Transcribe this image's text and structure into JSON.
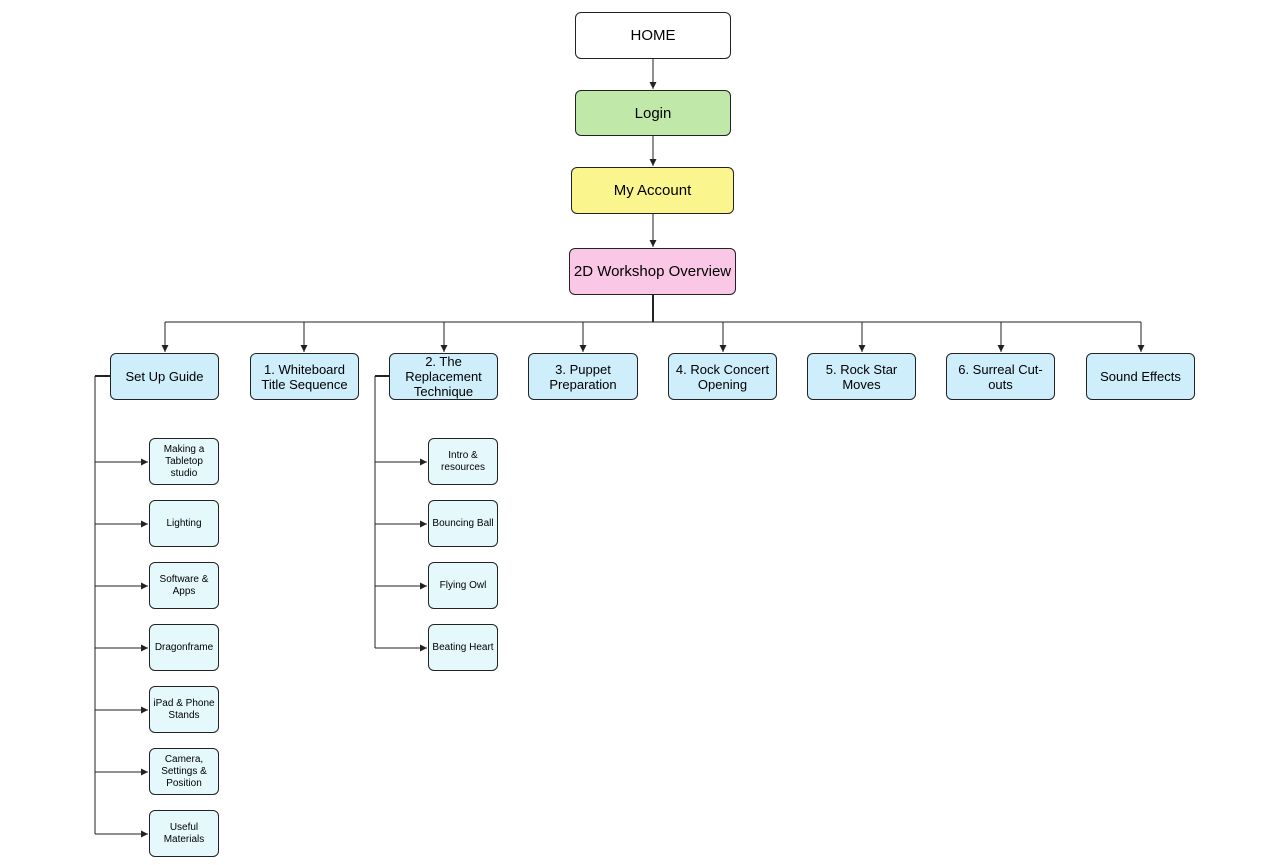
{
  "colors": {
    "home": "#ffffff",
    "login": "#c0e9a9",
    "account": "#fbf58e",
    "overview": "#fbc7e7",
    "section": "#cdeefa",
    "sub": "#e5f9fd",
    "line": "#222222"
  },
  "main": {
    "home": "HOME",
    "login": "Login",
    "account": "My Account",
    "overview": "2D Workshop Overview"
  },
  "sections": [
    "Set Up Guide",
    "1. Whiteboard Title Sequence",
    "2. The Replacement Technique",
    "3. Puppet Preparation",
    "4. Rock Concert Opening",
    "5. Rock Star Moves",
    "6. Surreal Cut-outs",
    "Sound Effects"
  ],
  "setup_items": [
    "Making a Tabletop studio",
    "Lighting",
    "Software & Apps",
    "Dragonframe",
    "iPad & Phone Stands",
    "Camera, Settings & Position",
    "Useful Materials"
  ],
  "replacement_items": [
    "Intro & resources",
    "Bouncing Ball",
    "Flying Owl",
    "Beating Heart"
  ]
}
